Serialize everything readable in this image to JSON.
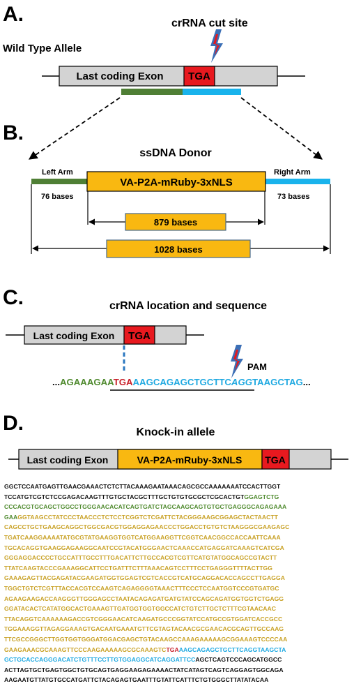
{
  "colors": {
    "exon_gray": "#d3d3d3",
    "tga_red": "#e8191f",
    "insert_orange": "#f9b811",
    "arm_green": "#4f7f35",
    "arm_blue": "#19b3ec",
    "seq_green": "#4f8a2e",
    "seq_orange": "#c9a227",
    "seq_red": "#c8202a",
    "seq_blue": "#1fa9e1",
    "bolt_blue": "#3b6fb6",
    "bolt_red": "#e01b22"
  },
  "panel_a": {
    "letter": "A.",
    "cut_label": "crRNA cut site",
    "allele_label": "Wild Type Allele",
    "exon_label": "Last coding Exon",
    "stop_label": "TGA"
  },
  "panel_b": {
    "letter": "B.",
    "title": "ssDNA Donor",
    "left_arm": "Left Arm",
    "right_arm": "Right Arm",
    "left_bases": "76 bases",
    "right_bases": "73 bases",
    "insert_label": "VA-P2A-mRuby-3xNLS",
    "inner_length": "879 bases",
    "outer_length": "1028 bases"
  },
  "panel_c": {
    "letter": "C.",
    "title": "crRNA location and sequence",
    "exon_label": "Last coding Exon",
    "stop_label": "TGA",
    "pam_label": "PAM",
    "seq": {
      "lead": "...",
      "green": "AGAAAGAA",
      "red": "TGA",
      "blue": "AAGCAGAGCTGCTTC",
      "pam": "AGG",
      "tail": "TAAGCTAG",
      "end": "..."
    }
  },
  "panel_d": {
    "letter": "D.",
    "title": "Knock-in allele",
    "exon_label": "Last coding Exon",
    "insert_label": "VA-P2A-mRuby-3xNLS",
    "stop_label": "TGA"
  },
  "sequence_lines": [
    [
      {
        "c": "k",
        "t": "GGCTCCAATGAGTTGAACGAAACTCTCTTACAAAGAATAAACAGCGCCAAAAAAATCCACTTGGT"
      }
    ],
    [
      {
        "c": "k",
        "t": "TCCATGTCGTCTCCGAGACAAGTTTGTGCTACGCTTTGCTGTGTGCGCTCGCACTGT"
      },
      {
        "c": "g",
        "t": "GGAGTCTG"
      }
    ],
    [
      {
        "c": "g",
        "t": "CCCACGTGCAGCTGGCCTGGGAACACATCAGTGATCTAGCAAGCAGTGTGCTGAGGGCAGAGAAA"
      }
    ],
    [
      {
        "c": "g",
        "t": "GAA"
      },
      {
        "c": "o",
        "t": "GGTAAGCCTATCCCTAACCCTCTCCTCGGTCTCGATTCTACGGGAAGCGGAGCTACTAACTT"
      }
    ],
    [
      {
        "c": "o",
        "t": "CAGCCTGCTGAAGCAGGCTGGCGACGTGGAGGAGAACCCTGGACCTGTGTCTAAGGGCGAAGAGC"
      }
    ],
    [
      {
        "c": "o",
        "t": "TGATCAAGGAAAATATGCGTATGAAGGTGGTCATGGAAGGTTCGGTCAACGGCCACCAATTCAAA"
      }
    ],
    [
      {
        "c": "o",
        "t": "TGCACAGGTGAAGGAGAAGGCAATCCGTACATGGGAACTCAAACCATGAGGATCAAAGTCATCGA"
      }
    ],
    [
      {
        "c": "o",
        "t": "GGGAGGACCCCTGCCATTTGCCTTTGACATTCTTGCCACGTCGTTCATGTATGGCAGCCGTACTT"
      }
    ],
    [
      {
        "c": "o",
        "t": "TTATCAAGTACCCGAAAGGCATTCCTGATTTCTTTAAACAGTCCTTTCCTGAGGGTTTTACTTGG"
      }
    ],
    [
      {
        "c": "o",
        "t": "GAAAGAGTTACGAGATACGAAGATGGTGGAGTCGTCACCGTCATGCAGGACACCAGCCTTGAGGA"
      }
    ],
    [
      {
        "c": "o",
        "t": "TGGCTGTCTCGTTTACCACGTCCAAGTCAGAGGGGTAAACTTTCCCTCCAATGGTCCCGTGATGC"
      }
    ],
    [
      {
        "c": "o",
        "t": "AGAAGAAGACCAAGGGTTGGGAGCCTAATACAGAGATGATGTATCCAGCAGATGGTGGTCTGAGG"
      }
    ],
    [
      {
        "c": "o",
        "t": "GGATACACTCATATGGCACTGAAAGTTGATGGTGGTGGCCATCTGTCTTGCTCTTTCGTAACAAC"
      }
    ],
    [
      {
        "c": "o",
        "t": "TTACAGGTCAAAAAAGACCGTCGGGAACATCAAGATGCCCGGTATCCATGCCGTGGATCACCGCC"
      }
    ],
    [
      {
        "c": "o",
        "t": "TGGAAAGGTTAGAGGAAAGTGACAATGAAATGTTCGTAGTACAACGCGAACACGCAGTTGCCAAG"
      }
    ],
    [
      {
        "c": "o",
        "t": "TTCGCCGGGCTTGGTGGTGGGATGGACGAGCTGTACAAGCCAAAGAAAAAGCGGAAAGTCCCCAA"
      }
    ],
    [
      {
        "c": "o",
        "t": "GAAGAAACGCAAAGTTCCCAAGAAAAAGCGCAAAGTC"
      },
      {
        "c": "r",
        "t": "TGA"
      },
      {
        "c": "b",
        "t": "AAGCAGAGCTGCTTCAGGTAAGCTA"
      }
    ],
    [
      {
        "c": "b",
        "t": "GCTGCACCAGGGACATCTGTTTCCTTGTGGAGGCATCAGGATTCC"
      },
      {
        "c": "k",
        "t": "AGCTCAGTCCCAGCATGGCC"
      }
    ],
    [
      {
        "c": "k",
        "t": "ACTTAGTGCTGAGTGGCTGTGCAGTGAGGAAGAGAAAACTATCATAGTCAGTCAGGAGTGGCAGA"
      }
    ],
    [
      {
        "c": "k",
        "t": "AAGAATGTTATGTGCCATGATTCTACAGAGTGAATTTGTATTCATTTCTGTGGGCTTATATACAA"
      }
    ]
  ]
}
